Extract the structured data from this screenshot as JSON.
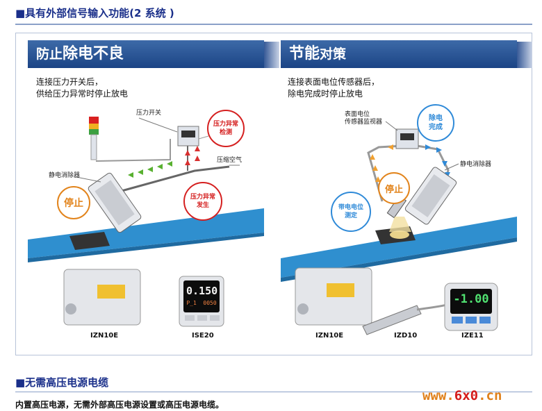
{
  "section1": {
    "title": "■具有外部信号输入功能(2 系统 )"
  },
  "left": {
    "title_a": "防止",
    "title_b": "除电不良",
    "desc_line1": "连接压力开关后，",
    "desc_line2": "供给压力异常时停止放电",
    "label_switch": "压力开关",
    "label_ionizer": "静电消除器",
    "label_air": "压缩空气",
    "bubble_detect": "压力异常\n检测",
    "bubble_occur": "压力异常\n发生",
    "bubble_stop": "停止",
    "products": [
      "IZN10E",
      "ISE20"
    ],
    "display_top": "0.150",
    "display_bottom": "P_1  0050"
  },
  "right": {
    "title_a": "节能",
    "title_b": "对策",
    "desc_line1": "连接表面电位传感器后，",
    "desc_line2": "除电完成时停止放电",
    "label_monitor": "表面电位\n传感器监视器",
    "label_ionizer": "静电消除器",
    "bubble_done": "除电\n完成",
    "bubble_measure": "带电电位\n测定",
    "bubble_stop": "停止",
    "products": [
      "IZN10E",
      "IZD10",
      "IZE11"
    ],
    "display_value": "-1.00"
  },
  "section2": {
    "title": "■无需高压电源电缆",
    "note": "内置高压电源，无需外部高压电源设置或高压电源电缆。"
  },
  "watermark": {
    "a": "www.",
    "b": "6x0",
    "c": ".cn"
  }
}
